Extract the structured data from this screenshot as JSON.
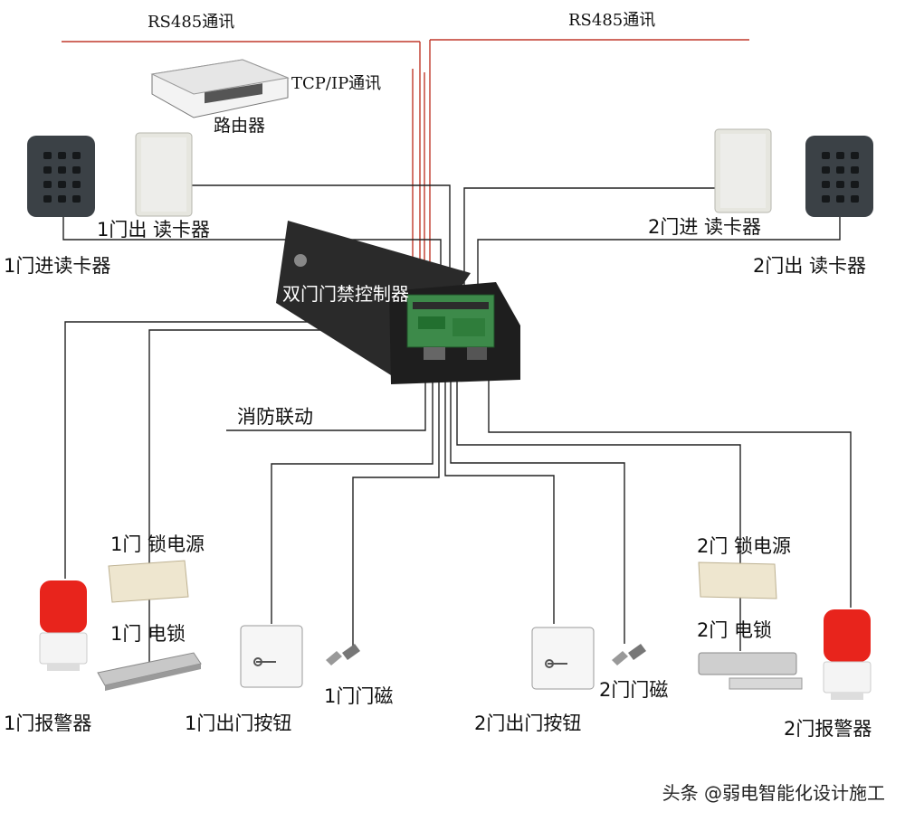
{
  "labels": {
    "rs485_left": "RS485通讯",
    "rs485_right": "RS485通讯",
    "tcpip": "TCP/IP通讯",
    "router": "路由器",
    "controller": "双门门禁控制器",
    "door1_out_reader": "1门出  读卡器",
    "door1_in_reader": "1门进读卡器",
    "door2_in_reader": "2门进  读卡器",
    "door2_out_reader": "2门出  读卡器",
    "fire_link": "消防联动",
    "door1_lock_power": "1门  锁电源",
    "door1_lock": "1门  电锁",
    "door1_alarm": "1门报警器",
    "door1_exit_button": "1门出门按钮",
    "door1_magnet": "1门门磁",
    "door2_exit_button": "2门出门按钮",
    "door2_magnet": "2门门磁",
    "door2_lock_power": "2门  锁电源",
    "door2_lock": "2门  电锁",
    "door2_alarm": "2门报警器"
  },
  "watermark": "头条 @弱电智能化设计施工",
  "colors": {
    "rs485_wire": "#c0392b",
    "wire": "#222222",
    "alarm_red": "#e8241c",
    "reader_dark": "#3b4146",
    "reader_light": "#e6e6df"
  }
}
